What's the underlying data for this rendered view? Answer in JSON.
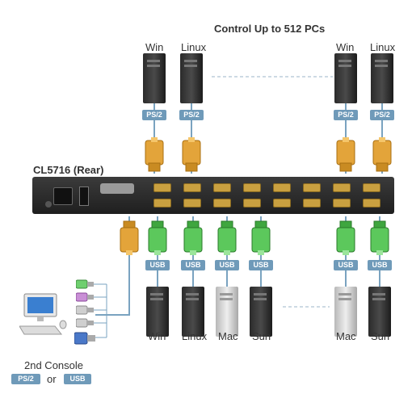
{
  "title": "Control Up to 512 PCs",
  "model_label": "CL5716 (Rear)",
  "top_computers": [
    {
      "label": "Win",
      "port": "PS/2"
    },
    {
      "label": "Linux",
      "port": "PS/2"
    },
    {
      "label": "Win",
      "port": "PS/2"
    },
    {
      "label": "Linux",
      "port": "PS/2"
    }
  ],
  "bottom_computers": [
    {
      "label": "Win",
      "port": "USB",
      "kind": "tower-black"
    },
    {
      "label": "Linux",
      "port": "USB",
      "kind": "tower-black"
    },
    {
      "label": "Mac",
      "port": "USB",
      "kind": "tower-silver"
    },
    {
      "label": "Sun",
      "port": "USB",
      "kind": "tower-black"
    },
    {
      "label": "Mac",
      "port": "USB",
      "kind": "tower-silver"
    },
    {
      "label": "Sun",
      "port": "USB",
      "kind": "tower-black"
    }
  ],
  "console": {
    "label": "2nd Console",
    "port_a": "PS/2",
    "or_text": "or",
    "port_b": "USB"
  },
  "colors": {
    "badge": "#6f9ab9",
    "ps2_connector": "#e3a43a",
    "usb_connector": "#5cc85c",
    "unit": "#2a2a2a"
  }
}
